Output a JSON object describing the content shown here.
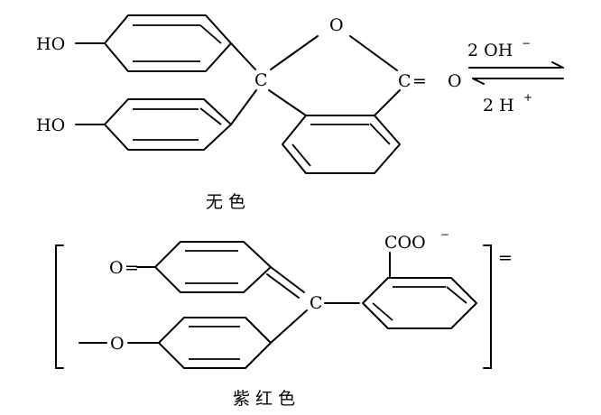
{
  "colorless_structure": {
    "ho_top": "HO",
    "ho_bottom": "HO",
    "ring_oxygen": "O",
    "central_carbon": "C",
    "carbonyl_carbon": "C",
    "carbonyl_double_bond": "=",
    "carbonyl_oxygen": "O",
    "caption": "无 色"
  },
  "equilibrium": {
    "forward_reagent": "2 OH",
    "forward_charge": "−",
    "reverse_reagent": "2 H",
    "reverse_charge": "+"
  },
  "red_structure": {
    "keto_oxygen": "O",
    "keto_double_bond": "=",
    "oxide_oxygen": "O",
    "central_carbon": "C",
    "carboxylate": "COO",
    "carboxylate_charge": "−",
    "bracket_charge": "=",
    "caption": "紫 红 色"
  },
  "colors": {
    "ink": "#000000",
    "paper": "#ffffff"
  }
}
